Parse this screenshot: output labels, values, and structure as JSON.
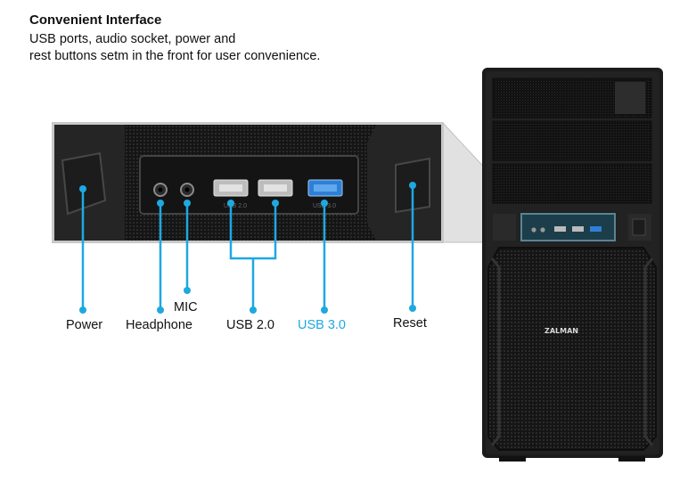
{
  "header": {
    "title": "Convenient Interface",
    "description_lines": [
      "USB ports, audio socket, power and",
      "rest buttons setm in the front for user convenience."
    ]
  },
  "panel": {
    "usb2_port_text": "USB 2.0",
    "usb3_port_text": "USB 3.0"
  },
  "callouts": {
    "power": "Power",
    "headphone": "Headphone",
    "mic": "MIC",
    "usb2": "USB 2.0",
    "usb3": "USB 3.0",
    "reset": "Reset"
  },
  "case": {
    "brand": "ZALMAN"
  },
  "colors": {
    "callout_line": "#1ea8e0",
    "usb3_port": "#2f7fd6",
    "usb3_label": "#1ea8e0"
  }
}
